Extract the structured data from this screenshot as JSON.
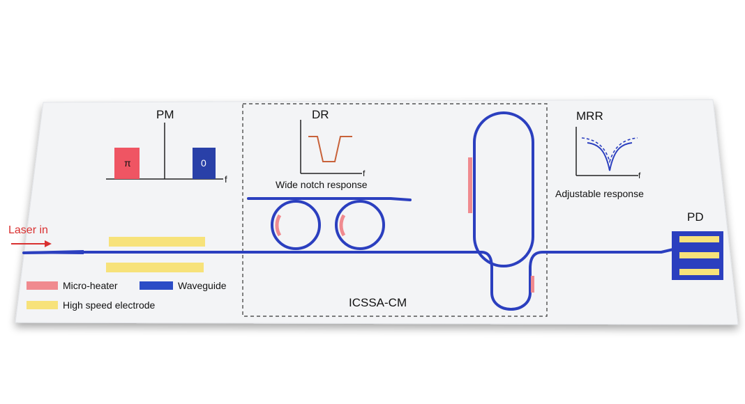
{
  "labels": {
    "laser_in": "Laser in",
    "pm": "PM",
    "pi_symbol": "π",
    "zero_symbol": "0",
    "freq_axis": "f",
    "dr": "DR",
    "dr_caption": "Wide notch response",
    "mrr": "MRR",
    "mrr_caption": "Adjustable response",
    "pd": "PD",
    "module": "ICSSA-CM"
  },
  "legend": {
    "micro_heater": "Micro-heater",
    "waveguide": "Waveguide",
    "electrode": "High speed electrode"
  },
  "colors": {
    "waveguide": "#2b3fbf",
    "heater": "#f08a8f",
    "electrode": "#f7e27a",
    "laser": "#d93030",
    "pm_pi": "#ef5563",
    "pm_zero": "#2940a8",
    "notch": "#c8623a",
    "chip": "#f3f4f6"
  }
}
